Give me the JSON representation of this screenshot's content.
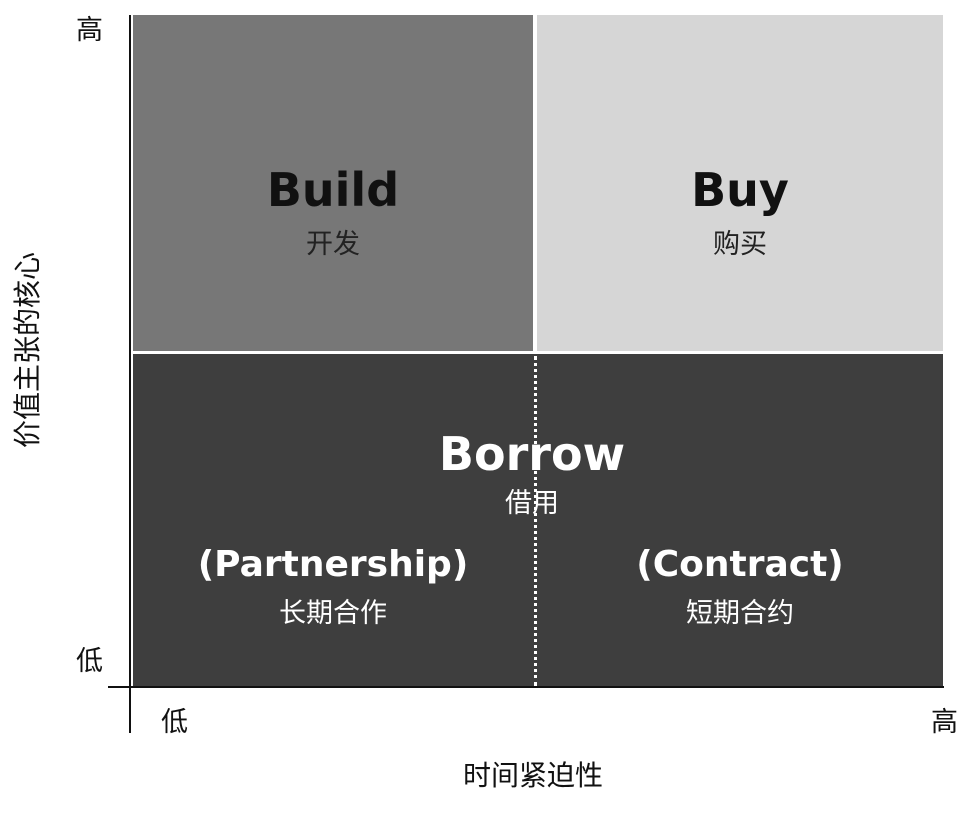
{
  "quadrants": {
    "build": {
      "title": "Build",
      "subtitle": "开发",
      "color": "#777777"
    },
    "buy": {
      "title": "Buy",
      "subtitle": "购买",
      "color": "#d6d6d6"
    },
    "borrow": {
      "title": "Borrow",
      "subtitle": "借用",
      "color": "#3e3e3e",
      "left": {
        "title": "(Partnership)",
        "subtitle": "长期合作"
      },
      "right": {
        "title": "(Contract)",
        "subtitle": "短期合约"
      }
    }
  },
  "axes": {
    "y": {
      "title": "价值主张的核心",
      "high": "高",
      "low": "低"
    },
    "x": {
      "title": "时间紧迫性",
      "low": "低",
      "high": "高"
    }
  }
}
